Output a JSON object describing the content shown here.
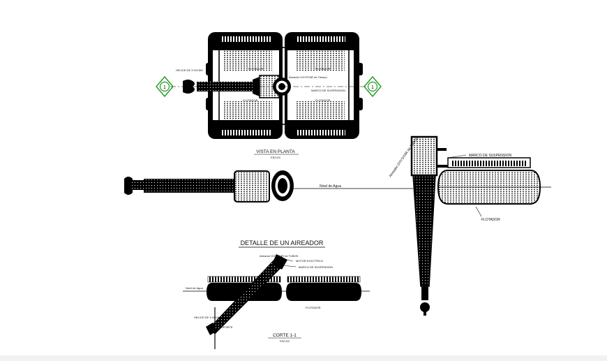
{
  "colors": {
    "ink": "#000000",
    "paper": "#ffffff",
    "section_marker": "#1c9a1c"
  },
  "section_marker": {
    "number": "1"
  },
  "plan_view": {
    "title": "VISTA EN PLANTA",
    "scale": "ESC/20",
    "labels": {
      "helice": "HELICE DE 3 HOJAS",
      "flotador_top_left": "FLOTADOR",
      "flotador_top_right": "FLOTADOR",
      "aireador": "Aireador OXYSTAR de Tiempo",
      "marco": "MARCO DE SUSPENSION",
      "flotador_bottom_left": "FLOTADOR",
      "flotador_bottom_right": "FLOTADOR"
    }
  },
  "side_view": {
    "nivel_agua": "Nivel de Agua"
  },
  "detail_view": {
    "title": "DETALLE DE UN AIREADOR",
    "labels": {
      "aireador": "Aireador OXYSTAR de TUBOS",
      "motor": "MOTOR ELECTRICO",
      "marco": "MARCO DE SUSPENSION",
      "nivel_agua": "Nivel de Agua",
      "flotador": "FLOTADOR",
      "helice": "HELICE DE 3 HOJAS",
      "soporte": "SOPORTE"
    }
  },
  "section_view": {
    "title": "CORTE 1-1",
    "scale": "ESC/20",
    "labels": {
      "aireador": "Aireador OXYSTAR de TUBOS",
      "marco": "MARCO DE SUSPENSION",
      "flotador": "FLOTADOR"
    }
  }
}
